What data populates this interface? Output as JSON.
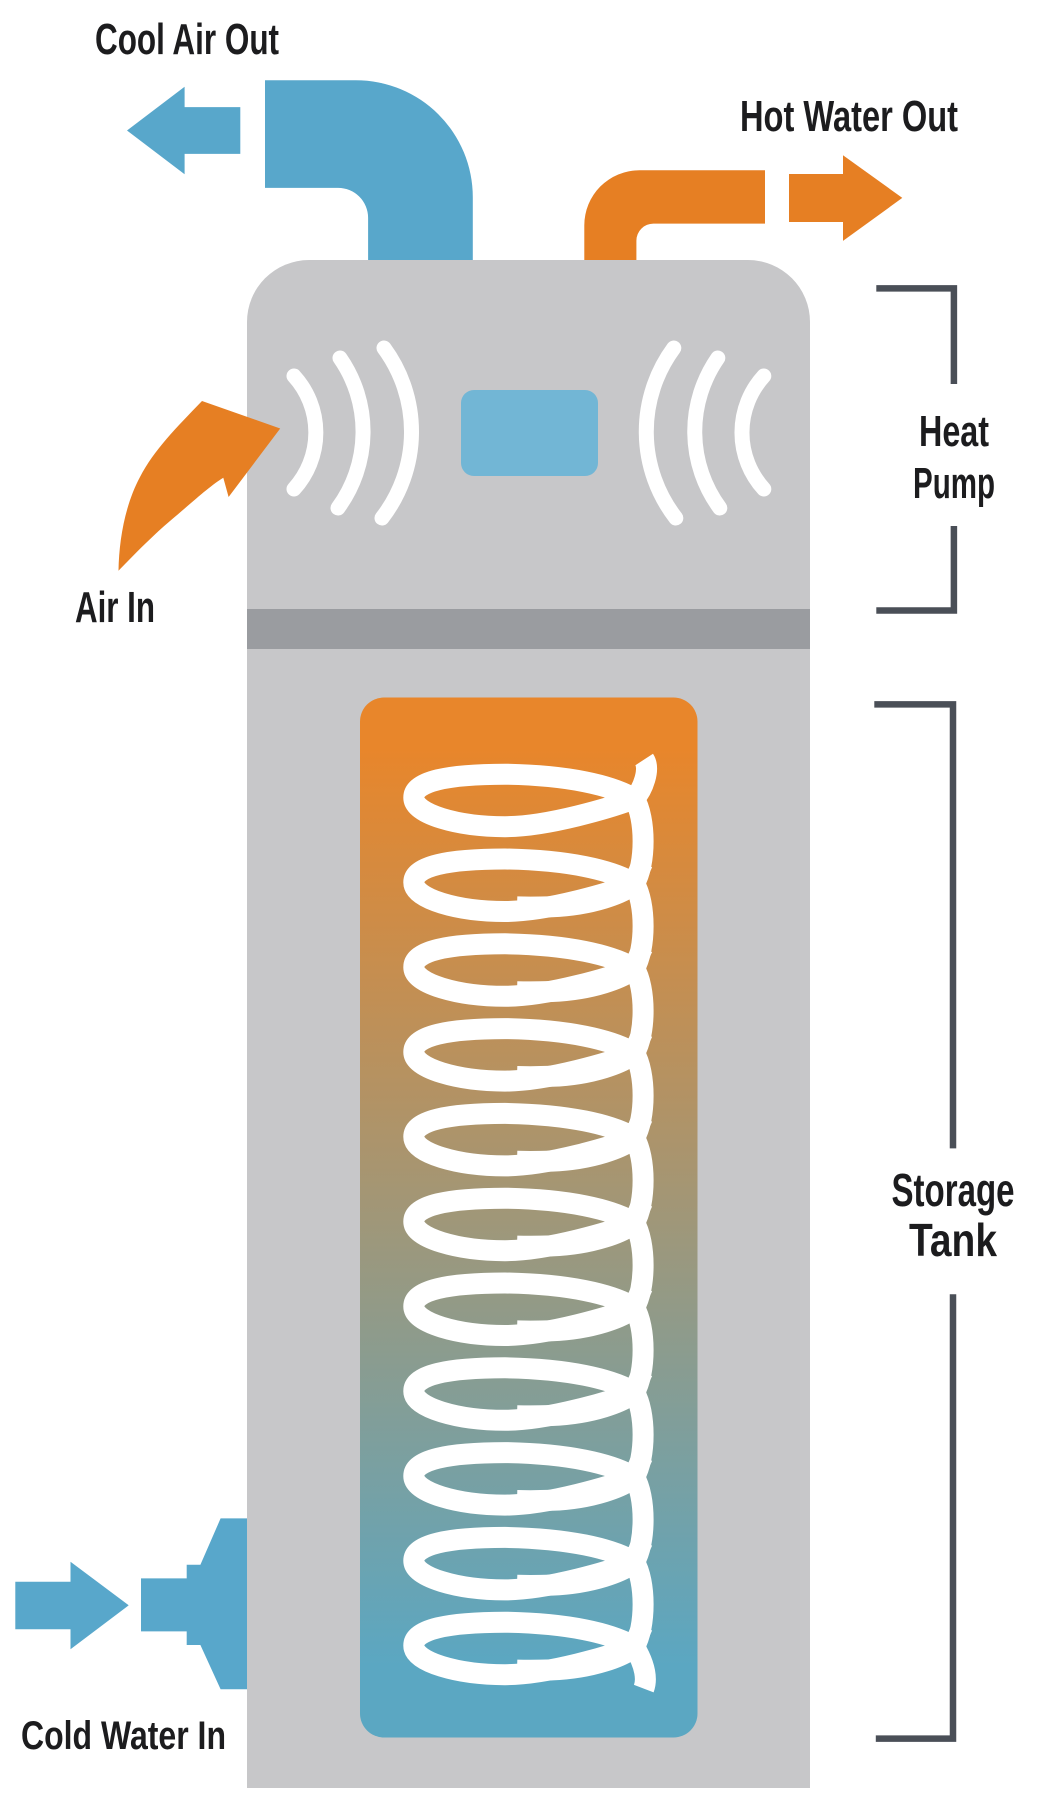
{
  "diagram": {
    "type": "heat-pump-water-heater",
    "labels": {
      "cool_air_out": "Cool Air Out",
      "hot_water_out": "Hot Water Out",
      "air_in": "Air In",
      "cold_water_in": "Cold Water In"
    },
    "brackets": {
      "heat_pump": {
        "line1": "Heat",
        "line2": "Pump"
      },
      "storage_tank": {
        "line1": "Storage",
        "line2": "Tank"
      }
    },
    "colors": {
      "blue": "#58A7CB",
      "screen_blue": "#72B6D5",
      "orange": "#E67F23",
      "body_gray": "#C7C7C9",
      "band_gray": "#9A9CA0",
      "bracket_gray": "#4A4F57",
      "text_black": "#1C1C1E",
      "tank_gradient_top": "#E8862B",
      "tank_gradient_bottom": "#5BA7C2",
      "coil_white": "#FFFFFF"
    }
  }
}
